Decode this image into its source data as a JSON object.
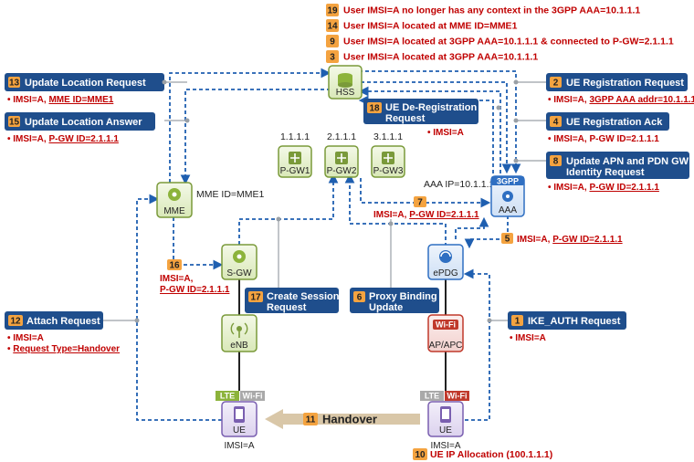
{
  "top_notes": [
    {
      "num": "19",
      "text": "User IMSI=A no longer has any context in the 3GPP AAA=10.1.1.1"
    },
    {
      "num": "14",
      "text": "User IMSI=A located at MME ID=MME1"
    },
    {
      "num": "9",
      "text": "User IMSI=A located at 3GPP AAA=10.1.1.1 & connected to P-GW=2.1.1.1"
    },
    {
      "num": "3",
      "text": "User IMSI=A located at 3GPP AAA=10.1.1.1"
    }
  ],
  "nodes": {
    "hss": "HSS",
    "mme": "MME",
    "mme_id": "MME ID=MME1",
    "pgw1": "P-GW1",
    "pgw2": "P-GW2",
    "pgw3": "P-GW3",
    "pgw1_ip": "1.1.1.1",
    "pgw2_ip": "2.1.1.1",
    "pgw3_ip": "3.1.1.1",
    "aaa": "AAA",
    "aaa_tag": "3GPP",
    "aaa_ip": "AAA IP=10.1.1.1",
    "sgw": "S-GW",
    "epdg": "ePDG",
    "enb": "eNB",
    "ap": "AP/APC",
    "ap_tag": "Wi-Fi",
    "ue_left": "UE",
    "ue_right": "UE",
    "ue_left_imsi": "IMSI=A",
    "ue_right_imsi": "IMSI=A",
    "lte_left": "LTE",
    "wifi_left": "Wi-Fi",
    "lte_right": "LTE",
    "wifi_right": "Wi-Fi"
  },
  "messages": {
    "m13": {
      "num": "13",
      "label": "Update Location Request"
    },
    "m15": {
      "num": "15",
      "label": "Update Location Answer"
    },
    "m2": {
      "num": "2",
      "label": "UE Registration Request"
    },
    "m4": {
      "num": "4",
      "label": "UE Registration Ack"
    },
    "m8": {
      "num": "8",
      "label1": "Update APN and PDN GW",
      "label2": "Identity Request"
    },
    "m18": {
      "num": "18",
      "label1": "UE De-Registration",
      "label2": "Request"
    },
    "m17": {
      "num": "17",
      "label1": "Create Session",
      "label2": "Request"
    },
    "m6": {
      "num": "6",
      "label1": "Proxy Binding",
      "label2": "Update"
    },
    "m12": {
      "num": "12",
      "label": "Attach Request"
    },
    "m1": {
      "num": "1",
      "label": "IKE_AUTH Request"
    }
  },
  "notes": {
    "n13_a": "IMSI=A,",
    "n13_b": "MME ID=MME1",
    "n15_a": "IMSI=A,",
    "n15_b": "P-GW ID=2.1.1.1",
    "n2_a": "IMSI=A,",
    "n2_b": "3GPP AAA addr=10.1.1.1",
    "n4": "IMSI=A, P-GW ID=2.1.1.1",
    "n8_a": "IMSI=A,",
    "n8_b": "P-GW ID=2.1.1.1",
    "n18": "IMSI=A",
    "n7_num": "7",
    "n7_a": "IMSI=A,",
    "n7_b": "P-GW ID=2.1.1.1",
    "n5_num": "5",
    "n5_a": "IMSI=A,",
    "n5_b": "P-GW ID=2.1.1.1",
    "n16_num": "16",
    "n16_a": "IMSI=A,",
    "n16_b": "P-GW ID=2.1.1.1",
    "n12_a": "IMSI=A",
    "n12_b": "Request Type=Handover",
    "n1": "IMSI=A"
  },
  "handover": {
    "num": "11",
    "label": "Handover"
  },
  "ip_alloc": {
    "num": "10",
    "label": "UE IP Allocation (100.1.1.1)"
  },
  "colors": {
    "msg_blue": "#1f4e8c",
    "note_red": "#c00000",
    "badge_orange": "#f4a340",
    "hss_green": "#7a9a3a",
    "node_green": "#8cb33b",
    "node_blue": "#2f6fc2",
    "node_red": "#c0392b",
    "node_purple": "#7a5fb0",
    "arrow_blue": "#1f5fb0"
  }
}
